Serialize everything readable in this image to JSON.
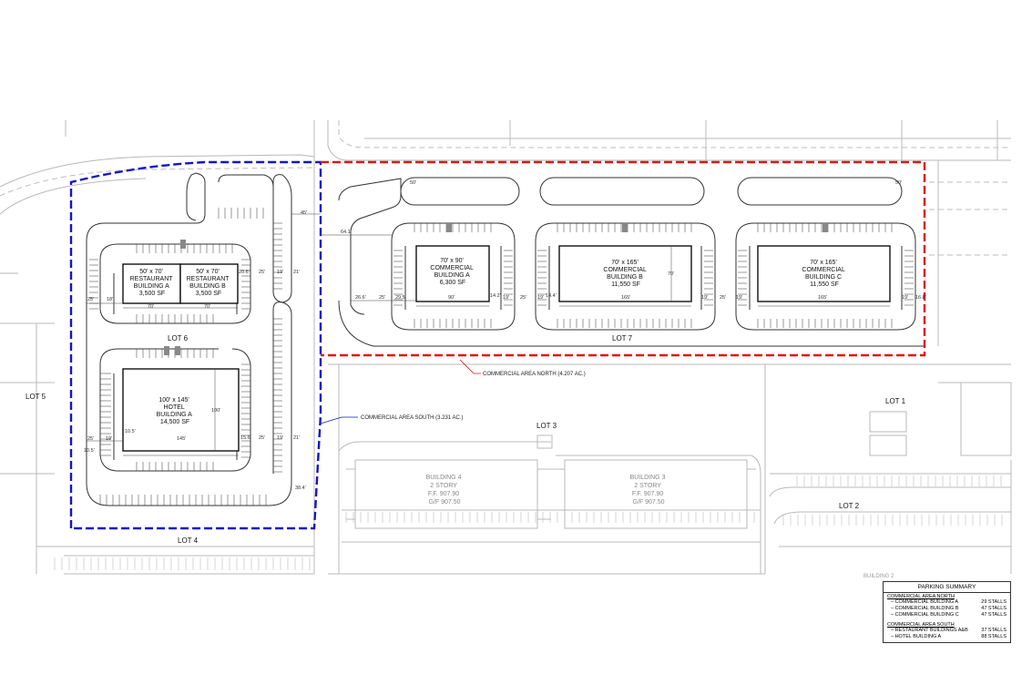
{
  "lots": {
    "lot5": "LOT 5",
    "lot6": "LOT 6",
    "lot7": "LOT 7",
    "lot4": "LOT 4",
    "lot3": "LOT 3",
    "lot1": "LOT 1",
    "lot2": "LOT 2"
  },
  "areas": {
    "north": "COMMERCIAL AREA NORTH (4.207 AC.)",
    "south": "COMMERCIAL AREA SOUTH (3.231 AC.)",
    "north_color": "#e01515",
    "south_color": "#1515c8"
  },
  "buildings": {
    "restaurant_a": [
      "50' x 70'",
      "RESTAURANT",
      "BUILDING A",
      "3,500 SF"
    ],
    "restaurant_b": [
      "50' x 70'",
      "RESTAURANT",
      "BUILDING B",
      "3,500 SF"
    ],
    "hotel_a": [
      "100' x 145'",
      "HOTEL",
      "BUILDING A",
      "14,500 SF"
    ],
    "commercial_a": [
      "70' x 90'",
      "COMMERCIAL",
      "BUILDING A",
      "6,300 SF"
    ],
    "commercial_b": [
      "70' x 165'",
      "COMMERCIAL",
      "BUILDING B",
      "11,550 SF"
    ],
    "commercial_c": [
      "70' x 165'",
      "COMMERCIAL",
      "BUILDING C",
      "11,550 SF"
    ],
    "building4": [
      "BUILDING 4",
      "2 STORY",
      "F.F. 907.90",
      "G/F 907.50"
    ],
    "building3": [
      "BUILDING 3",
      "2 STORY",
      "F.F. 907.90",
      "G/F 907.50"
    ],
    "building2_partial": "BUILDING 2"
  },
  "dimensions": {
    "d25": "25'",
    "d18": "18'",
    "d70": "70'",
    "d90": "90'",
    "d165": "165'",
    "d145": "145'",
    "d100": "100'",
    "d19": "19'",
    "d21": "21'",
    "d20_6": "20.6'",
    "d64_1": "64.1'",
    "d26_6": "26.6'",
    "d29_5": "29.5'",
    "d14_2": "14.2'",
    "d14_4": "14.4'",
    "d10_5": "10.5'",
    "d15_6": "15.6'",
    "d38_4": "38.4'",
    "d45": "45'",
    "d50": "50'",
    "d16_8": "16.8'"
  },
  "parking_summary": {
    "title": "PARKING SUMMARY",
    "north_title": "COMMERCIAL AREA NORTH",
    "north_rows": [
      {
        "label": "–  COMMERCIAL BUILDING A",
        "value": "29 STALLS"
      },
      {
        "label": "–  COMMERCIAL BUILDING B",
        "value": "47 STALLS"
      },
      {
        "label": "–  COMMERCIAL BUILDING C",
        "value": "47 STALLS"
      }
    ],
    "south_title": "COMMERCIAL AREA SOUTH",
    "south_rows": [
      {
        "label": "–  RESTAURANT BUILDINGS A&B",
        "value": "37 STALLS"
      },
      {
        "label": "–  HOTEL BUILDING A",
        "value": "88 STALLS"
      }
    ]
  }
}
